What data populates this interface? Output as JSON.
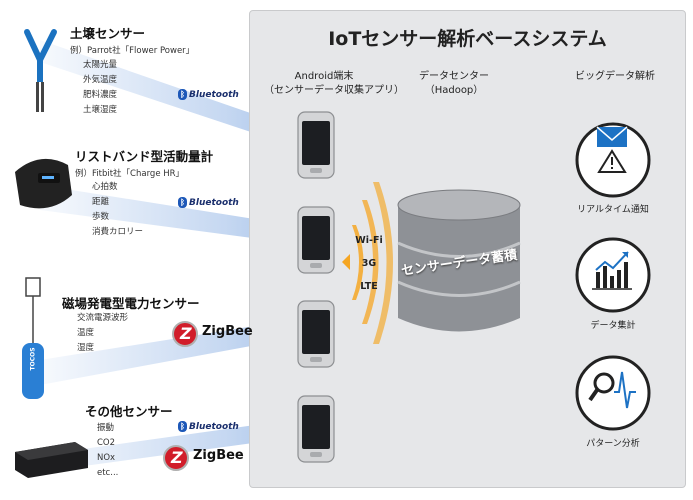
{
  "title": "IoTセンサー解析ベースシステム",
  "columns": {
    "android_line1": "Android端末",
    "android_line2": "（センサーデータ収集アプリ）",
    "datacenter_line1": "データセンター",
    "datacenter_line2": "（Hadoop）",
    "bigdata": "ビッグデータ解析"
  },
  "sensors": [
    {
      "title": "土壌センサー",
      "example": "例）Parrot社「Flower Power」",
      "items": [
        "太陽光量",
        "外気温度",
        "肥料濃度",
        "土壌湿度"
      ],
      "protocol": "Bluetooth"
    },
    {
      "title": "リストバンド型活動量計",
      "example": "例）Fitbit社「Charge HR」",
      "items": [
        "心拍数",
        "距離",
        "歩数",
        "消費カロリー"
      ],
      "protocol": "Bluetooth"
    },
    {
      "title": "磁場発電型電力センサー",
      "example": "",
      "items": [
        "交流電源波形",
        "温度",
        "湿度"
      ],
      "protocol": "ZigBee"
    },
    {
      "title": "その他センサー",
      "example": "",
      "items": [
        "振動",
        "CO2",
        "NOx",
        "etc..."
      ],
      "protocols": [
        "Bluetooth",
        "ZigBee"
      ]
    }
  ],
  "network": [
    "Wi-Fi",
    "3G",
    "LTE"
  ],
  "database_label": "センサーデータ蓄積",
  "analysis": [
    {
      "label": "リアルタイム通知",
      "icon": "mail-warning-icon"
    },
    {
      "label": "データ集計",
      "icon": "bar-chart-icon"
    },
    {
      "label": "パターン分析",
      "icon": "magnifier-wave-icon"
    }
  ],
  "colors": {
    "beam": "#5b8fd8",
    "wave": "#f5a623",
    "db": "#8e9196",
    "ring": "#222222",
    "mail": "#1d72c4",
    "chart_line": "#1d72c4"
  },
  "devices": {
    "tocos_label": "TOCOS"
  }
}
